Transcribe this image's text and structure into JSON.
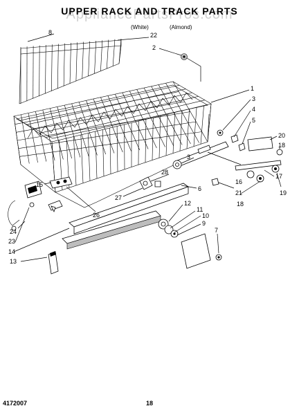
{
  "header": {
    "title": "UPPER RACK AND TRACK PARTS",
    "model_a": "",
    "model_b": "",
    "color_a": "(White)",
    "color_b": "(Almond)"
  },
  "watermark": "AppliancePartsPros.com",
  "footer": {
    "code": "4172007",
    "page": "18"
  },
  "callouts": {
    "c1": "1",
    "c2": "2",
    "c3": "3",
    "c4": "4",
    "c5": "5",
    "c6": "6",
    "c7": "7",
    "c8": "8",
    "c9": "9",
    "c10": "10",
    "c11": "11",
    "c12": "12",
    "c13": "13",
    "c14": "14",
    "c15": "15",
    "c16": "16",
    "c17": "17",
    "c18a": "18",
    "c18b": "18",
    "c19": "19",
    "c20": "20",
    "c21": "21",
    "c22": "22",
    "c23": "23",
    "c24": "24",
    "c26": "26",
    "c27": "27",
    "c28": "28"
  }
}
